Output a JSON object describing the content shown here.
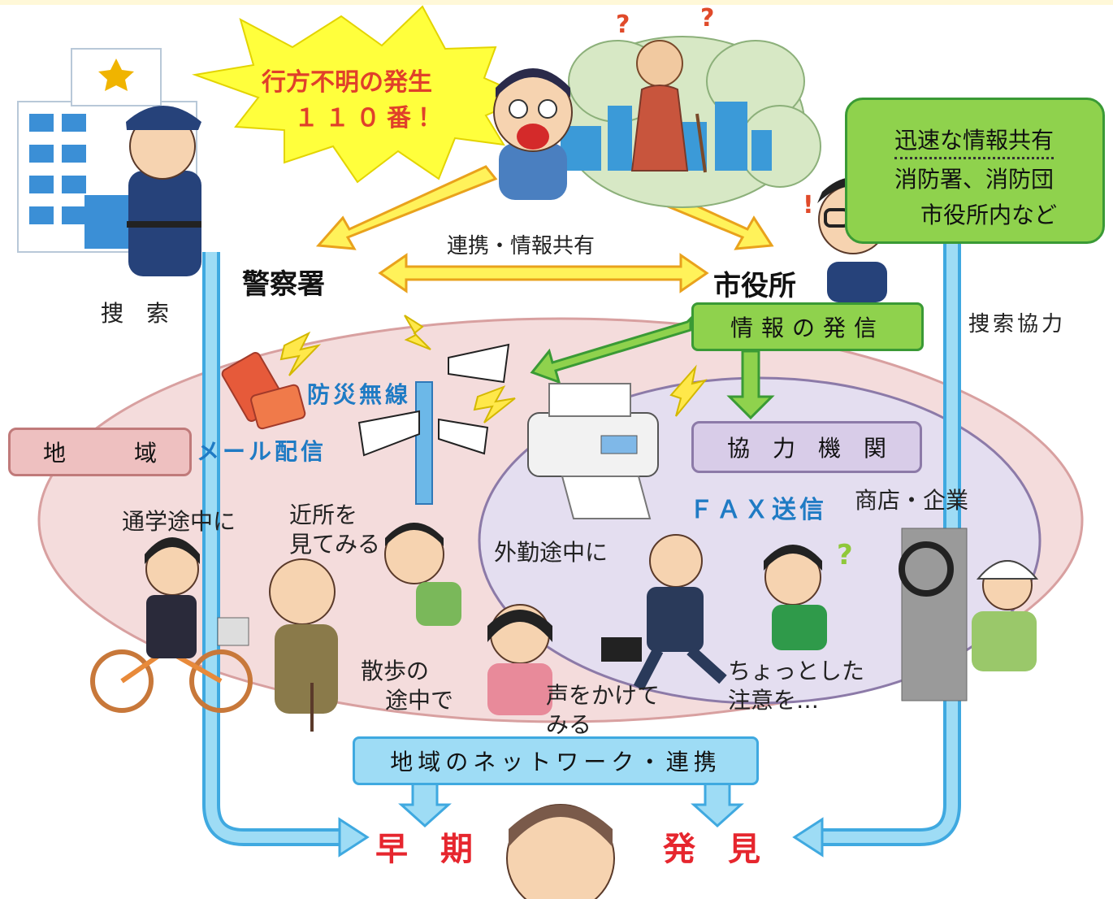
{
  "alert": {
    "line1": "行方不明の発生",
    "line2": "１１０番！"
  },
  "nodes": {
    "police": "警察署",
    "city_hall": "市役所",
    "link_label": "連携・情報共有",
    "search": "捜　索",
    "search_help": "捜索協力"
  },
  "share_box": {
    "title": "迅速な情報共有",
    "line2": "消防署、消防団",
    "line3": "市役所内など"
  },
  "dispatch": "情報の発信",
  "channels": {
    "radio": "防災無線",
    "mail": "メール配信",
    "fax": "ＦＡＸ送信"
  },
  "region_label": "地　　　域",
  "partners": {
    "label": "協　力　機　関",
    "shops": "商店・企業"
  },
  "scenes": {
    "school": "通学途中に",
    "neighbor": [
      "近所を",
      "見てみる"
    ],
    "walk": [
      "散歩の",
      "途中で"
    ],
    "voice": [
      "声をかけて",
      "みる"
    ],
    "work": "外勤途中に",
    "attention": [
      "ちょっとした",
      "注意を…"
    ]
  },
  "network": "地域のネットワーク・連携",
  "result": {
    "early": "早　期",
    "found": "発　見"
  },
  "colors": {
    "alert_burst": "#ffff3c",
    "alert_text": "#e0402a",
    "yellow_arrow": "#fff25a",
    "yellow_arrow_edge": "#e9a21c",
    "green_fill": "#8fd24d",
    "green_edge": "#3a9a35",
    "light_blue": "#66c8f0",
    "light_blue_fill": "#9edcf5",
    "region_fill": "#f4dcdc",
    "region_edge": "#d8a0a0",
    "partner_fill": "#e4def0",
    "partner_edge": "#8c7aa8",
    "result_red": "#e6262e"
  }
}
